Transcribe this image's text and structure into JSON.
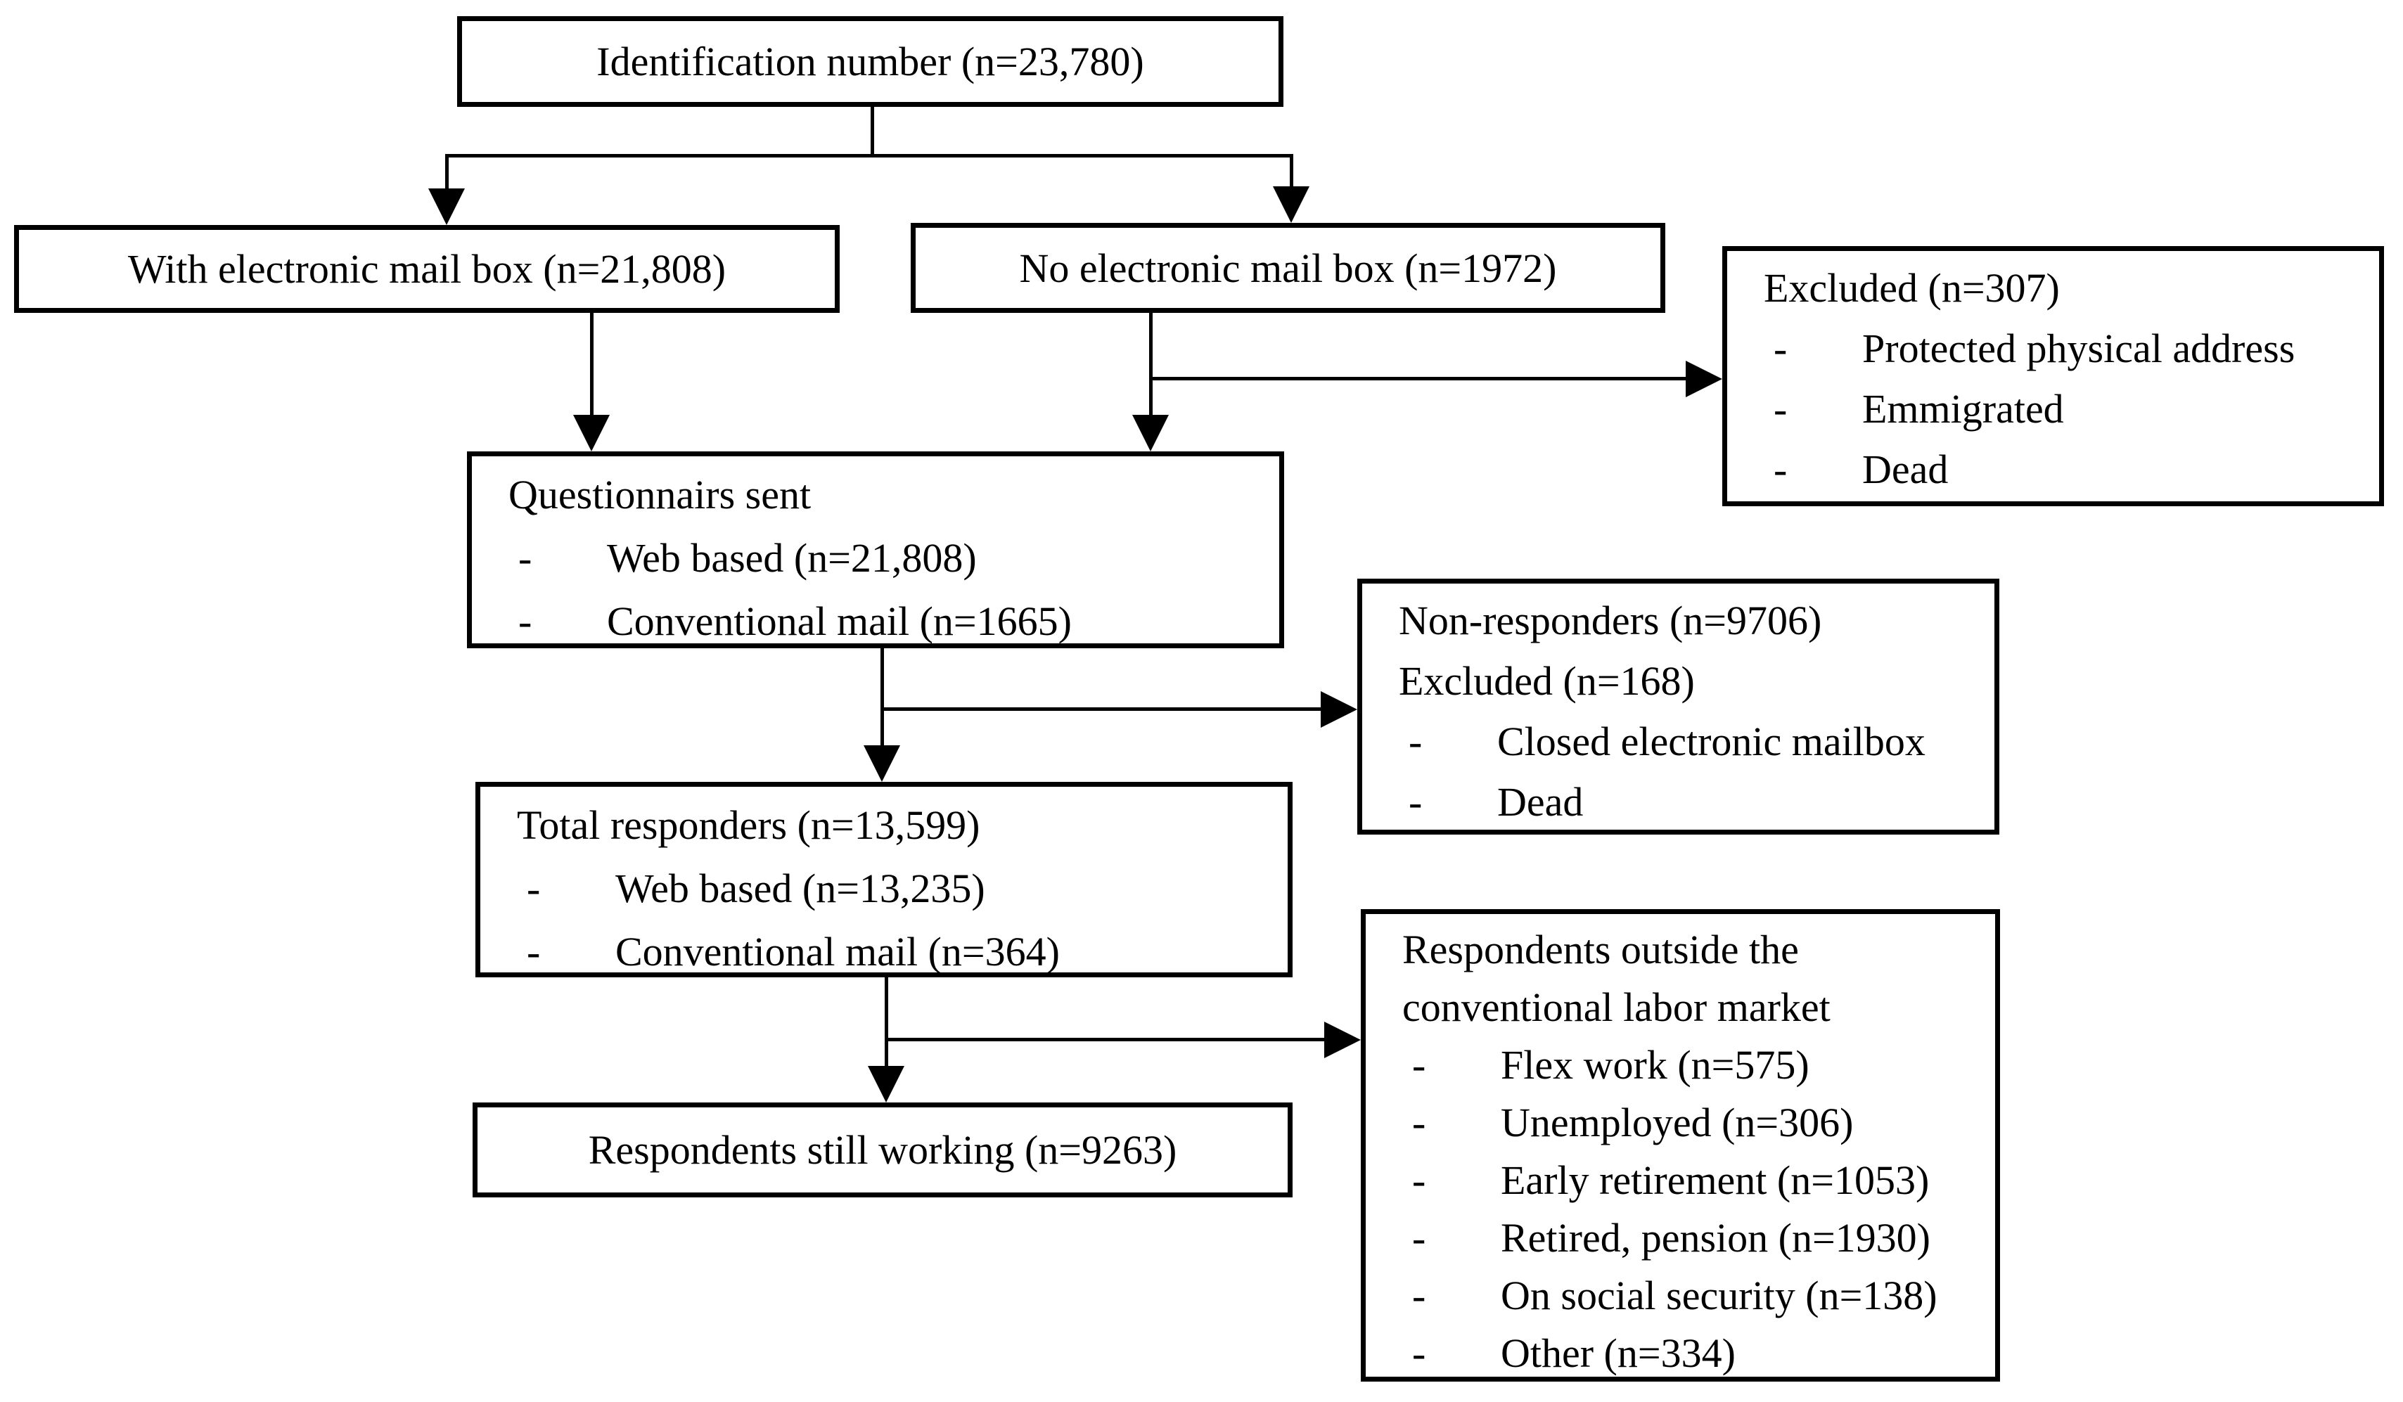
{
  "list_marker": "-",
  "colors": {
    "line": "#000000",
    "text": "#000000",
    "background": "#ffffff"
  },
  "boxes": {
    "identification": {
      "label": "Identification number (n=23,780)"
    },
    "with_mailbox": {
      "label": "With electronic mail box (n=21,808)"
    },
    "no_mailbox": {
      "label": "No electronic mail box (n=1972)"
    },
    "excluded": {
      "title": "Excluded (n=307)",
      "items": [
        "Protected physical address",
        "Emmigrated",
        "Dead"
      ]
    },
    "questionnaires_sent": {
      "title": "Questionnairs sent",
      "items": [
        "Web based (n=21,808)",
        "Conventional mail (n=1665)"
      ]
    },
    "non_responders": {
      "title_line1": "Non-responders (n=9706)",
      "title_line2": "Excluded (n=168)",
      "items": [
        "Closed electronic mailbox",
        "Dead"
      ]
    },
    "total_responders": {
      "title": "Total responders (n=13,599)",
      "items": [
        "Web based (n=13,235)",
        "Conventional mail (n=364)"
      ]
    },
    "outside_labor": {
      "title_line1": "Respondents outside the",
      "title_line2": "conventional labor market",
      "items": [
        "Flex work (n=575)",
        "Unemployed (n=306)",
        "Early retirement (n=1053)",
        "Retired, pension (n=1930)",
        "On social security (n=138)",
        "Other (n=334)"
      ]
    },
    "still_working": {
      "label": "Respondents still working (n=9263)"
    }
  }
}
